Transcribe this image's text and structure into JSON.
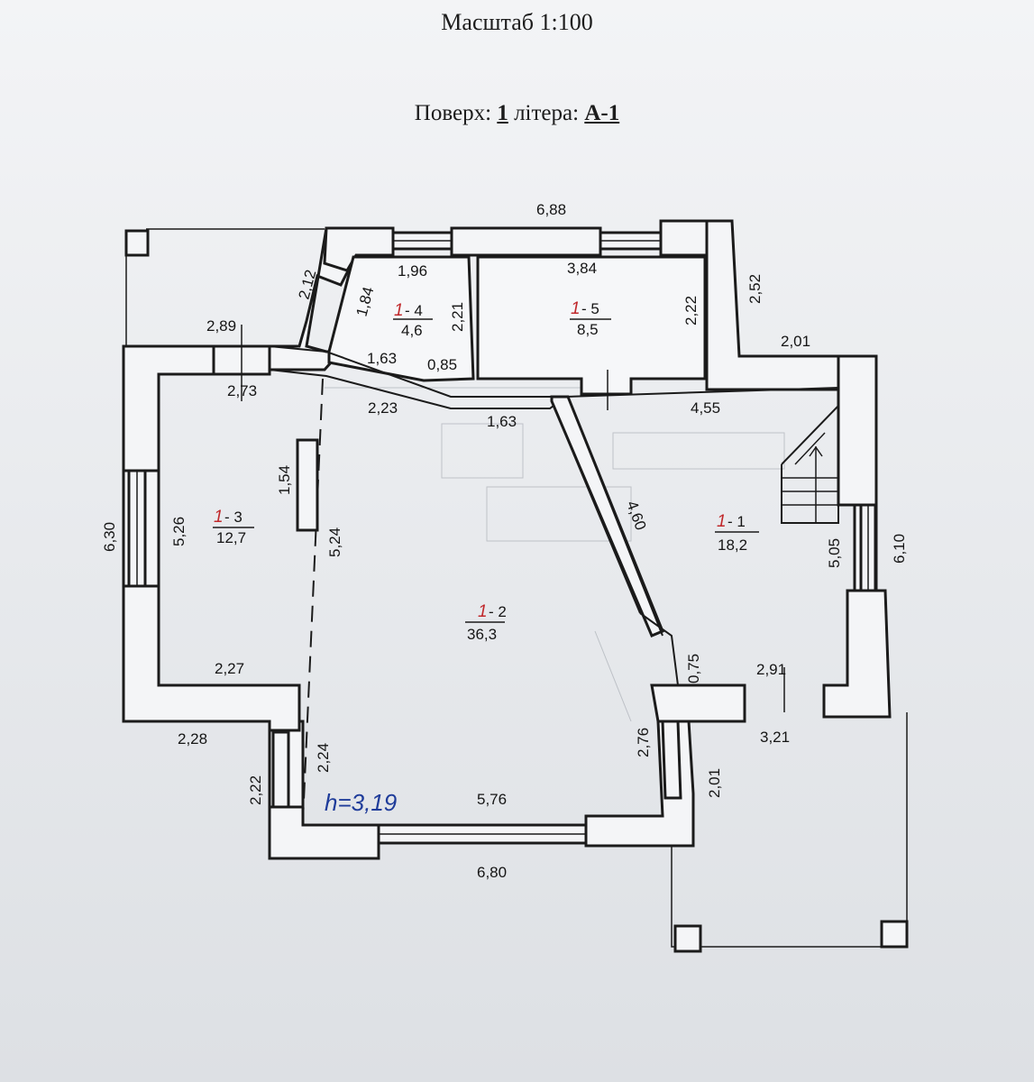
{
  "header": {
    "scale_label": "Масштаб 1:100",
    "floor_label": "Поверх:",
    "floor_value": "1",
    "letter_label": "літера:",
    "letter_value": "А-1"
  },
  "rooms": [
    {
      "id": "1-1",
      "num_prefix": "1",
      "num_suffix": "- 1",
      "area": "18,2"
    },
    {
      "id": "1-2",
      "num_prefix": "1",
      "num_suffix": "- 2",
      "area": "36,3"
    },
    {
      "id": "1-3",
      "num_prefix": "1",
      "num_suffix": "- 3",
      "area": "12,7"
    },
    {
      "id": "1-4",
      "num_prefix": "1",
      "num_suffix": "- 4",
      "area": "4,6"
    },
    {
      "id": "1-5",
      "num_prefix": "1",
      "num_suffix": "- 5",
      "area": "8,5"
    }
  ],
  "dimensions": {
    "top_688": "6,88",
    "r4_196": "1,96",
    "r4_184": "1,84",
    "r4_221": "2,21",
    "r4_163": "1,63",
    "r4_085": "0,85",
    "r4_212": "2,12",
    "r5_384": "3,84",
    "r5_222": "2,22",
    "right_252": "2,52",
    "right_201": "2,01",
    "left_289": "2,89",
    "left_273": "2,73",
    "mid_223": "2,23",
    "mid_163": "1,63",
    "r1_455": "4,55",
    "r1_460": "4,60",
    "r1_505": "5,05",
    "right_610": "6,10",
    "r1_075": "0,75",
    "r1_291": "2,91",
    "r1_321": "3,21",
    "left_630": "6,30",
    "r3_526": "5,26",
    "r3_154": "1,54",
    "r3_524": "5,24",
    "r3_227": "2,27",
    "bl_228": "2,28",
    "bl_224": "2,24",
    "bl_222": "2,22",
    "bot_576": "5,76",
    "bot_680": "6,80",
    "br_276": "2,76",
    "br_201": "2,01"
  },
  "height_note": "h=3,19"
}
